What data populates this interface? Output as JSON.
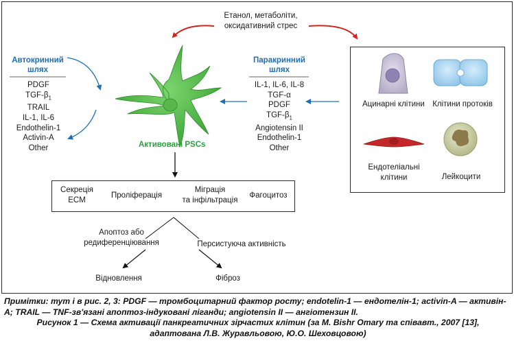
{
  "stressor": {
    "line1": "Етанол, метаболіти,",
    "line2": "оксидативний стрес"
  },
  "autocrine": {
    "title_line1": "Автокринний",
    "title_line2": "шлях",
    "items": [
      "PDGF",
      "TGF-β",
      "TRAIL",
      "IL-1, IL-6",
      "Endothelin-1",
      "Activin-A",
      "Other"
    ],
    "tgf_sub": "1"
  },
  "paracrine": {
    "title_line1": "Паракринний",
    "title_line2": "шлях",
    "items": [
      "IL-1, IL-6, IL-8",
      "TGF-α",
      "PDGF",
      "TGF-β",
      "Angiotensin II",
      "Endothelin-1",
      "Other"
    ],
    "tgf_sub": "1"
  },
  "psc_label": "Активовані PSCs",
  "cells": {
    "acinar": "Ацинарні клітини",
    "ductal": "Клітини протоків",
    "endothelial_line1": "Ендотеліальні",
    "endothelial_line2": "клітини",
    "leukocytes": "Лейкоцити"
  },
  "processes": {
    "secretion_line1": "Секреція",
    "secretion_line2": "ECM",
    "proliferation": "Проліферація",
    "migration_line1": "Міграція",
    "migration_line2": "та інфільтрація",
    "phagocytosis": "Фагоцитоз"
  },
  "outcomes": {
    "apoptosis_line1": "Апоптоз або",
    "apoptosis_line2": "редиференціювання",
    "persistent": "Персистуюча активність",
    "recovery": "Відновлення",
    "fibrosis": "Фіброз"
  },
  "caption": {
    "notes": "Примітки: тут і в рис. 2, 3: PDGF — тромбоцитарний фактор росту; endotelin-1 — ендотелін-1; activin-A — активін-А; TRAIL — TNF-зв'язані апоптоз-індуковані ліганди; angiotensin II — ангіотензин II.",
    "figure_line1": "Рисунок 1 — Схема активації панкреатичних зірчастих клітин (за M. Bishr Omary та співавт., 2007 [13],",
    "figure_line2": "адаптована Л.В. Журавльовою, Ю.О. Шеховцовою)"
  },
  "colors": {
    "red_arrow": "#d0241c",
    "blue_arrow": "#1f6fb5",
    "psc_green": "#3aa33e",
    "label_green": "#2e9e3e"
  }
}
